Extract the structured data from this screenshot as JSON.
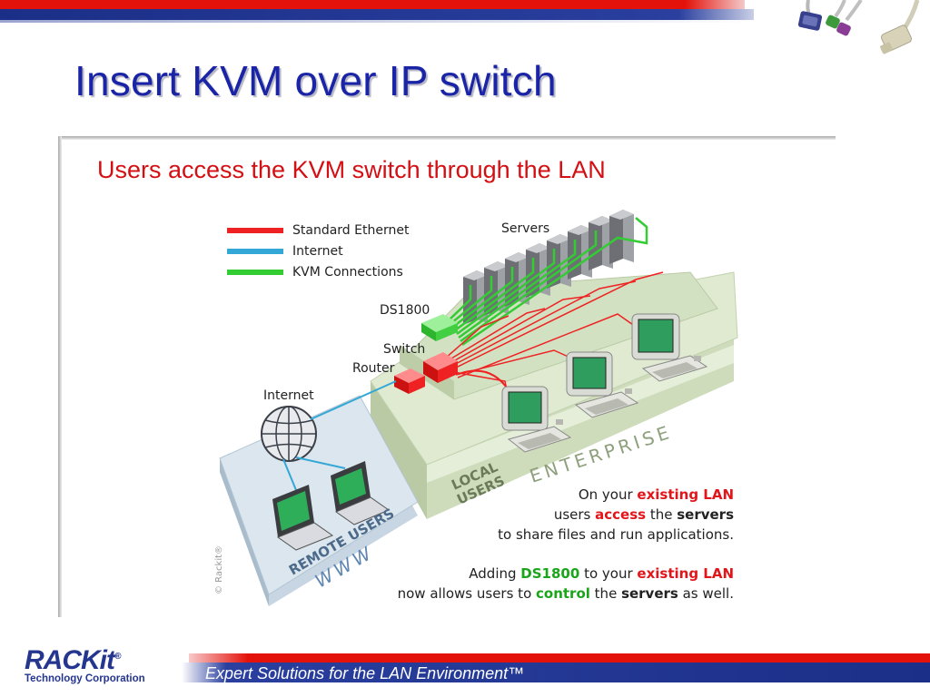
{
  "slide": {
    "title": "Insert KVM over IP switch",
    "subtitle": "Users access the KVM switch through the LAN"
  },
  "legend": [
    {
      "label": "Standard Ethernet",
      "color": "#ee2222"
    },
    {
      "label": "Internet",
      "color": "#33a7d6"
    },
    {
      "label": "KVM Connections",
      "color": "#33cc33"
    }
  ],
  "diagram": {
    "servers_label": "Servers",
    "ds1800_label": "DS1800",
    "switch_label": "Switch",
    "router_label": "Router",
    "internet_label": "Internet",
    "local_users_line1": "LOCAL",
    "local_users_line2": "USERS",
    "enterprise_label": "ENTERPRISE",
    "remote_users_label": "REMOTE USERS",
    "www_label": "WWW",
    "copyright": "© Rackit®"
  },
  "caption": {
    "line1_pre": "On your ",
    "line1_hl": "existing LAN",
    "line2_pre": "users ",
    "line2_hl": "access",
    "line2_mid": " the ",
    "line2_bold": "servers",
    "line3": "to share files and run applications.",
    "line4_pre": "Adding ",
    "line4_hl1": "DS1800",
    "line4_mid": " to your ",
    "line4_hl2": "existing LAN",
    "line5_pre": "now allows users to ",
    "line5_hl": "control",
    "line5_mid": " the ",
    "line5_bold": "servers",
    "line5_post": " as well."
  },
  "footer": {
    "logo": "RACKit",
    "logo_reg": "®",
    "company": "Technology Corporation",
    "slogan": "Expert Solutions for the LAN Environment™"
  },
  "colors": {
    "title": "#1a24a6",
    "subtitle": "#d40f14",
    "accent_red": "#e3120b",
    "accent_blue": "#1b2f88"
  },
  "icons": [
    "vga-connector-icon",
    "ps2-connectors-icon",
    "parallel-connector-icon",
    "globe-icon",
    "laptop-icon",
    "monitor-icon",
    "server-icon"
  ]
}
